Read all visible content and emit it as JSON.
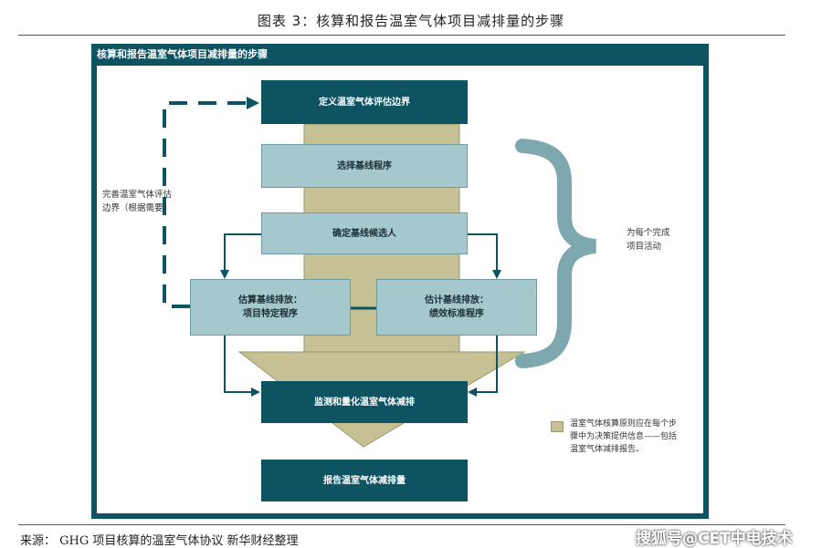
{
  "figure_title": "图表 3：核算和报告温室气体项目减排量的步骤",
  "panel_title": "核算和报告温室气体项目减排量的步骤",
  "boxes": {
    "define": "定义温室气体评估边界",
    "select": "选择基线程序",
    "identify": "确定基线候选人",
    "estimate_project": "估算基线排放：\n项目特定程序",
    "estimate_performance": "估计基线排放：\n绩效标准程序",
    "monitor": "监测和量化温室气体减排",
    "report": "报告温室气体减排量"
  },
  "side_notes": {
    "refine_boundary": "完善温室气体评估\n边界（根据需要）",
    "each_activity": "为每个完成\n项目活动"
  },
  "legend": {
    "text": "温室气体核算原则应在每个步\n骤中为决策提供信息——包括\n温室气体减排报告。",
    "swatch_color": "#c6c194"
  },
  "source": "来源：  GHG 项目核算的温室气体协议  新华财经整理",
  "watermark": "搜狐号@CET中电技术",
  "colors": {
    "dark_teal": "#0d5362",
    "light_teal": "#a5c8cd",
    "khaki": "#c6c194",
    "brace": "#7ea8af"
  }
}
